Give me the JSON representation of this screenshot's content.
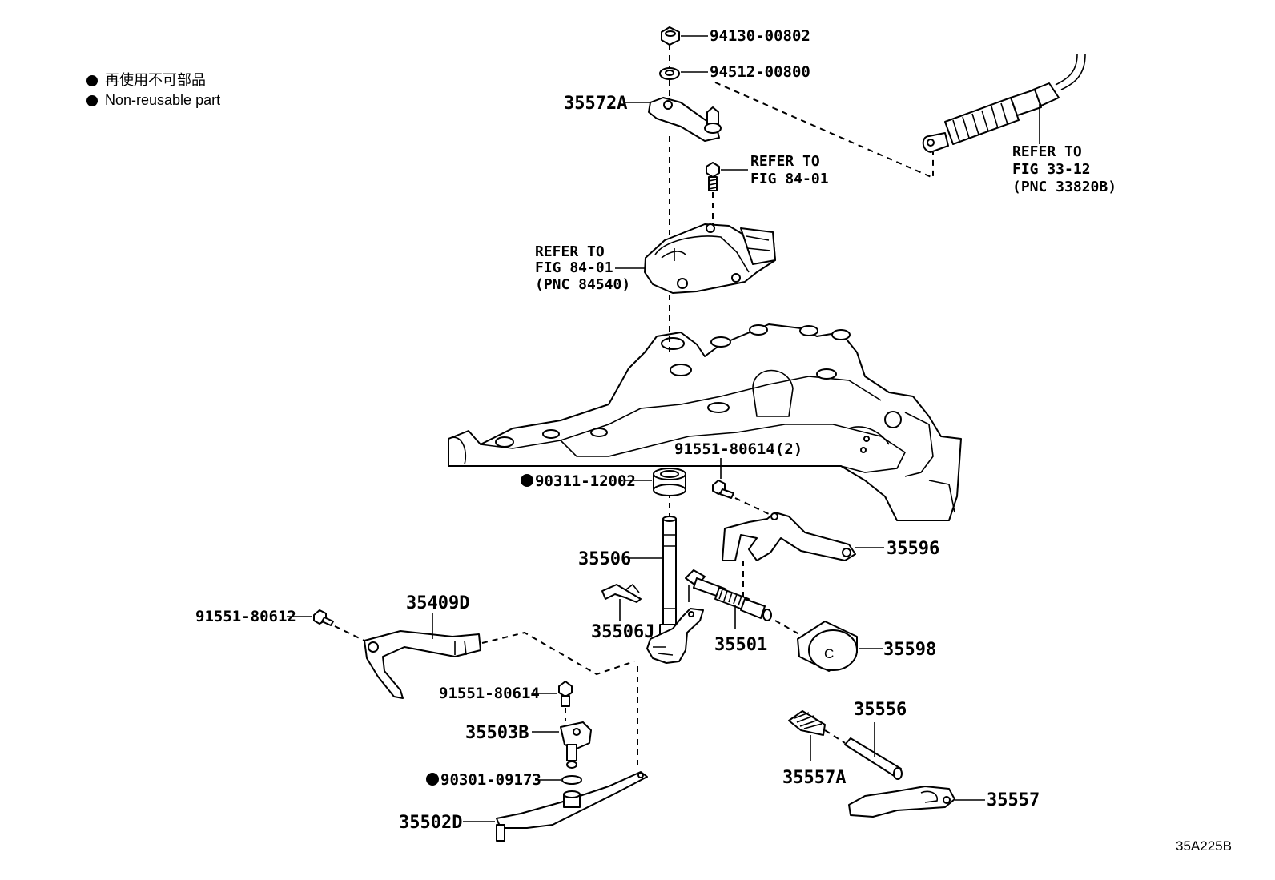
{
  "legend": {
    "jp": "再使用不可部品",
    "en": "Non-reusable part",
    "marker_color": "#000000"
  },
  "parts": {
    "p94130": "94130-00802",
    "p94512": "94512-00800",
    "p35572A": "35572A",
    "ref_bolt_1": "REFER TO",
    "ref_bolt_2": "FIG 84-01",
    "ref_sw_1": "REFER TO",
    "ref_sw_2": "FIG 84-01",
    "ref_sw_3": "(PNC 84540)",
    "ref_cable_1": "REFER TO",
    "ref_cable_2": "FIG 33-12",
    "ref_cable_3": "(PNC 33820B)",
    "p91551_80614_2": "91551-80614(2)",
    "p90311": "90311-12002",
    "p35596": "35596",
    "p35506": "35506",
    "p35506J": "35506J",
    "p35501": "35501",
    "p35598": "35598",
    "p91551_80612": "91551-80612",
    "p35409D": "35409D",
    "p91551_80614": "91551-80614",
    "p35503B": "35503B",
    "p90301": "90301-09173",
    "p35502D": "35502D",
    "p35556": "35556",
    "p35557A": "35557A",
    "p35557": "35557"
  },
  "illustration_id": "35A225B"
}
